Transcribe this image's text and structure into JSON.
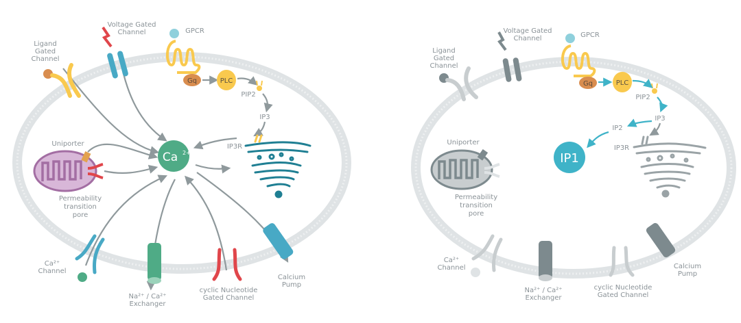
{
  "panels": [
    {
      "name": "calcium-signaling",
      "center": "Ca",
      "center_sup": "2+",
      "labels": {
        "voltage": [
          "Voltage Gated",
          "Channel"
        ],
        "gpcr": "GPCR",
        "gq": "Gq",
        "plc": "PLC",
        "pip2": "PIP2",
        "ip3": "IP3",
        "ip3r": "IP3R",
        "ligand": [
          "Ligand",
          "Gated",
          "Channel"
        ],
        "uniporter": "Uniporter",
        "pore": [
          "Permeability",
          "transition",
          "pore"
        ],
        "ca_channel": [
          "Ca²⁺",
          "Channel"
        ],
        "exchanger": [
          "Na²⁺ / Ca²⁺",
          "Exchanger"
        ],
        "cyclic": [
          "cyclic Nucleotide",
          "Gated Channel"
        ],
        "pump": [
          "Calcium",
          "Pump"
        ]
      }
    },
    {
      "name": "ip1-pathway",
      "center": "IP1",
      "labels": {
        "voltage": [
          "Voltage Gated",
          "Channel"
        ],
        "gpcr": "GPCR",
        "gq": "Gq",
        "plc": "PLC",
        "pip2": "PIP2",
        "ip3": "IP3",
        "ip2": "IP2",
        "ip3r": "IP3R",
        "ligand": [
          "Ligand",
          "Gated",
          "Channel"
        ],
        "uniporter": "Uniporter",
        "pore": [
          "Permeability",
          "transition",
          "pore"
        ],
        "ca_channel": [
          "Ca²⁺",
          "Channel"
        ],
        "exchanger": [
          "Na²⁺ / Ca²⁺",
          "Exchanger"
        ],
        "cyclic": [
          "cyclic Nucleotide",
          "Gated Channel"
        ],
        "pump": [
          "Calcium",
          "Pump"
        ]
      }
    }
  ],
  "colors": {
    "calcium": "#4fab86",
    "ip1": "#3fb3c8",
    "gpcr": "#f9c94e",
    "gq": "#d98d4f",
    "er": "#1f7f93",
    "mito": "#a36ea3",
    "red": "#e0464b",
    "grey": "#7d8a8e"
  }
}
